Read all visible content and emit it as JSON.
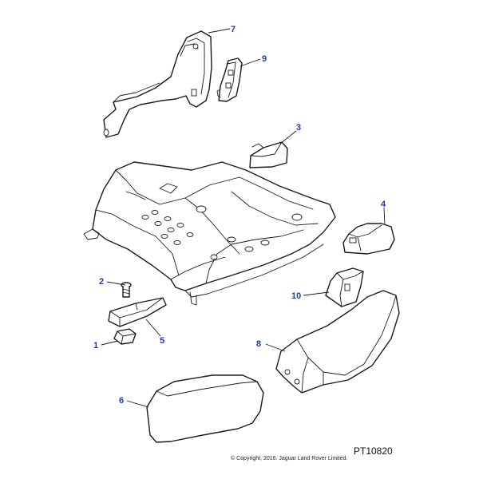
{
  "colors": {
    "callout": "#1f35c7",
    "line": "#1a1a1a",
    "fill": "#ffffff"
  },
  "callouts": {
    "c1": "1",
    "c2": "2",
    "c3": "3",
    "c4": "4",
    "c5": "5",
    "c6": "6",
    "c7": "7",
    "c8": "8",
    "c9": "9",
    "c10": "10"
  },
  "footer": {
    "ref_code": "PT10820",
    "copyright": "© Copyright, 2016. Jaguar Land Rover Limited."
  }
}
